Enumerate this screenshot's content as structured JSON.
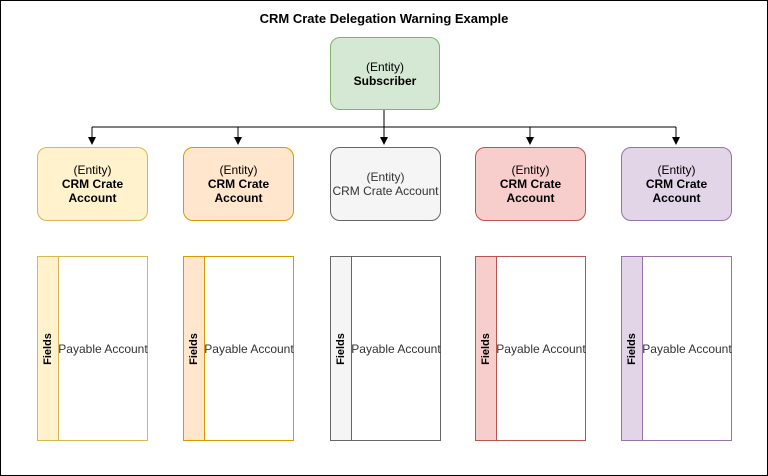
{
  "title": "CRM Crate Delegation Warning Example",
  "root": {
    "kind": "(Entity)",
    "name": "Subscriber",
    "fill": "#d5e8d4",
    "stroke": "#82b366"
  },
  "accounts": [
    {
      "kind": "(Entity)",
      "name": "CRM Crate Account",
      "fill": "#fff2cc",
      "stroke": "#d6b656"
    },
    {
      "kind": "(Entity)",
      "name": "CRM Crate Account",
      "fill": "#ffe6cc",
      "stroke": "#d79b00"
    },
    {
      "kind": "(Entity)",
      "name": "CRM Crate Account",
      "fill": "#f5f5f5",
      "stroke": "#666666"
    },
    {
      "kind": "(Entity)",
      "name": "CRM Crate Account",
      "fill": "#f8cecc",
      "stroke": "#b85450"
    },
    {
      "kind": "(Entity)",
      "name": "CRM Crate Account",
      "fill": "#e1d5e7",
      "stroke": "#9673a6"
    }
  ],
  "lanes": [
    {
      "header": "Fields",
      "body": "Payable Account"
    },
    {
      "header": "Fields",
      "body": "Payable Account"
    },
    {
      "header": "Fields",
      "body": "Payable Account"
    },
    {
      "header": "Fields",
      "body": "Payable Account"
    },
    {
      "header": "Fields",
      "body": "Payable Account"
    }
  ]
}
